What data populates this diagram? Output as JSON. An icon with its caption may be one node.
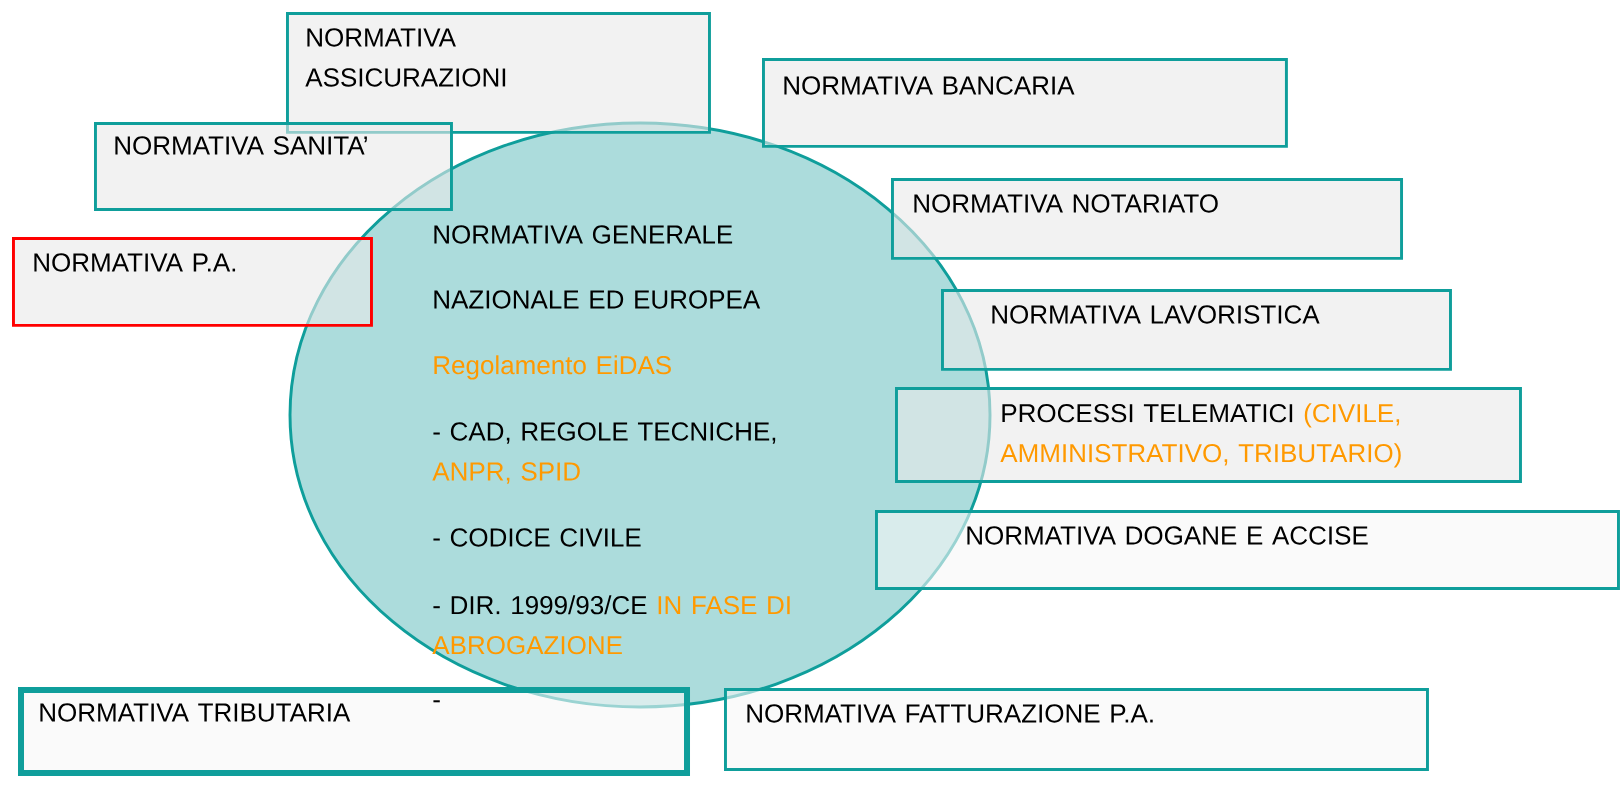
{
  "diagram": {
    "nodes": [
      {
        "text": [
          "NORMATIVA ASSICURAZIONI"
        ]
      },
      {
        "text": [
          "NORMATIVA BANCARIA"
        ]
      },
      {
        "text": [
          "NORMATIVA SANITA’"
        ]
      },
      {
        "text": [
          "NORMATIVA NOTARIATO"
        ]
      },
      {
        "text": [
          "NORMATIVA P.A."
        ]
      },
      {
        "text": [
          "NORMATIVA GENERALE",
          "NAZIONALE ED EUROPEA",
          "Regolamento EiDAS",
          "- CAD, REGOLE TECNICHE,",
          "ANPR, SPID",
          "- CODICE CIVILE",
          "- DIR. 1999/93/CE",
          "IN FASE DI ABROGAZIONE"
        ]
      },
      {
        "text": [
          "NORMATIVA LAVORISTICA"
        ]
      },
      {
        "text": [
          "PROCESSI TELEMATICI",
          "(CIVILE, AMMINISTRATIVO, TRIBUTARIO)"
        ]
      },
      {
        "text": [
          "NORMATIVA DOGANE E ACCISE"
        ]
      },
      {
        "text": [
          "NORMATIVA TRIBUTARIA",
          "-"
        ]
      },
      {
        "text": [
          "NORMATIVA FATTURAZIONE P.A."
        ]
      }
    ]
  }
}
